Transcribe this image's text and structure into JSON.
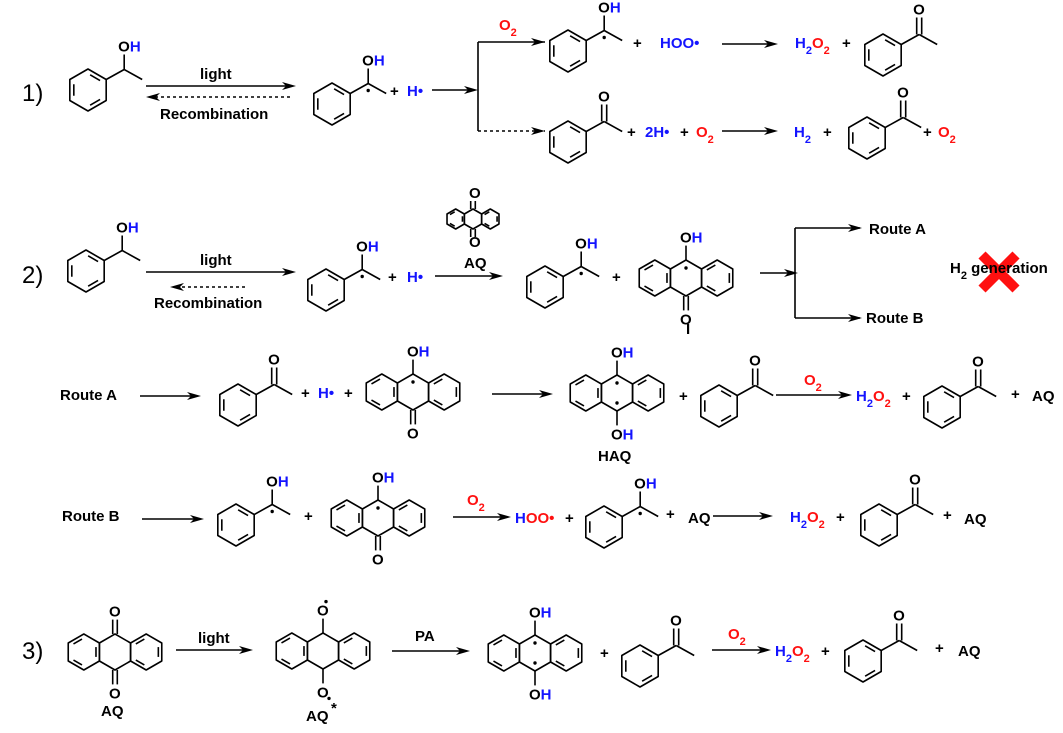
{
  "scheme": {
    "colors": {
      "hydrogen": "#1414ff",
      "oxygen": "#ff1010",
      "text": "#000000",
      "cross": "#ff1010"
    },
    "section1": {
      "label": "1)",
      "forward_condition": "light",
      "reverse_condition": "Recombination",
      "reactant": "1-phenylethanol",
      "radical_product": "1-hydroxy-1-phenylethyl radical",
      "plus": "+",
      "h_radical": "H•",
      "branch_top": {
        "reagent": "O2",
        "products": [
          "1-hydroxy-1-phenylethyl radical",
          "HOO•"
        ],
        "final": [
          "H2O2",
          "acetophenone"
        ]
      },
      "branch_bottom": {
        "products": [
          "acetophenone",
          "2H•",
          "O2"
        ],
        "final": [
          "H2",
          "acetophenone",
          "O2"
        ]
      }
    },
    "section2": {
      "label": "2)",
      "forward_condition": "light",
      "reverse_condition": "Recombination",
      "catalyst_label": "AQ",
      "h_radical": "H•",
      "intermediate_label": "I",
      "routes": [
        "Route A",
        "Route B"
      ],
      "blocked_text": "H2 generation",
      "blocked_marker": "red-cross"
    },
    "routeA": {
      "label": "Route A",
      "step1_products": [
        "acetophenone",
        "H•",
        "intermediate I"
      ],
      "step2_products": [
        "HAQ",
        "acetophenone"
      ],
      "product_label": "HAQ",
      "reagent": "O2",
      "final": [
        "H2O2",
        "acetophenone",
        "AQ"
      ]
    },
    "routeB": {
      "label": "Route B",
      "reagent": "O2",
      "step2": [
        "HOO•",
        "1-hydroxy-1-phenylethyl radical",
        "AQ"
      ],
      "final": [
        "H2O2",
        "acetophenone",
        "AQ"
      ]
    },
    "section3": {
      "label": "3)",
      "reactant_label": "AQ",
      "excited_label": "AQ*",
      "condition1": "light",
      "condition2": "PA",
      "reagent": "O2",
      "final": [
        "H2O2",
        "acetophenone",
        "AQ"
      ]
    },
    "text": {
      "light": "light",
      "recombination": "Recombination",
      "plus": "+",
      "OH_O": "O",
      "OH_H": "H",
      "O": "O",
      "H_dot": "H•",
      "two_H_dot": "2H•",
      "HOO_dot": "HOO•",
      "H": "H",
      "O2_O": "O",
      "sub2": "2",
      "AQ": "AQ",
      "AQ_star": "AQ*",
      "HAQ": "HAQ",
      "PA": "PA",
      "I": "I",
      "route_a": "Route A",
      "route_b": "Route B",
      "h2_gen_H": "H",
      "h2_gen_rest": " generation",
      "label1": "1)",
      "label2": "2)",
      "label3": "3)"
    }
  }
}
